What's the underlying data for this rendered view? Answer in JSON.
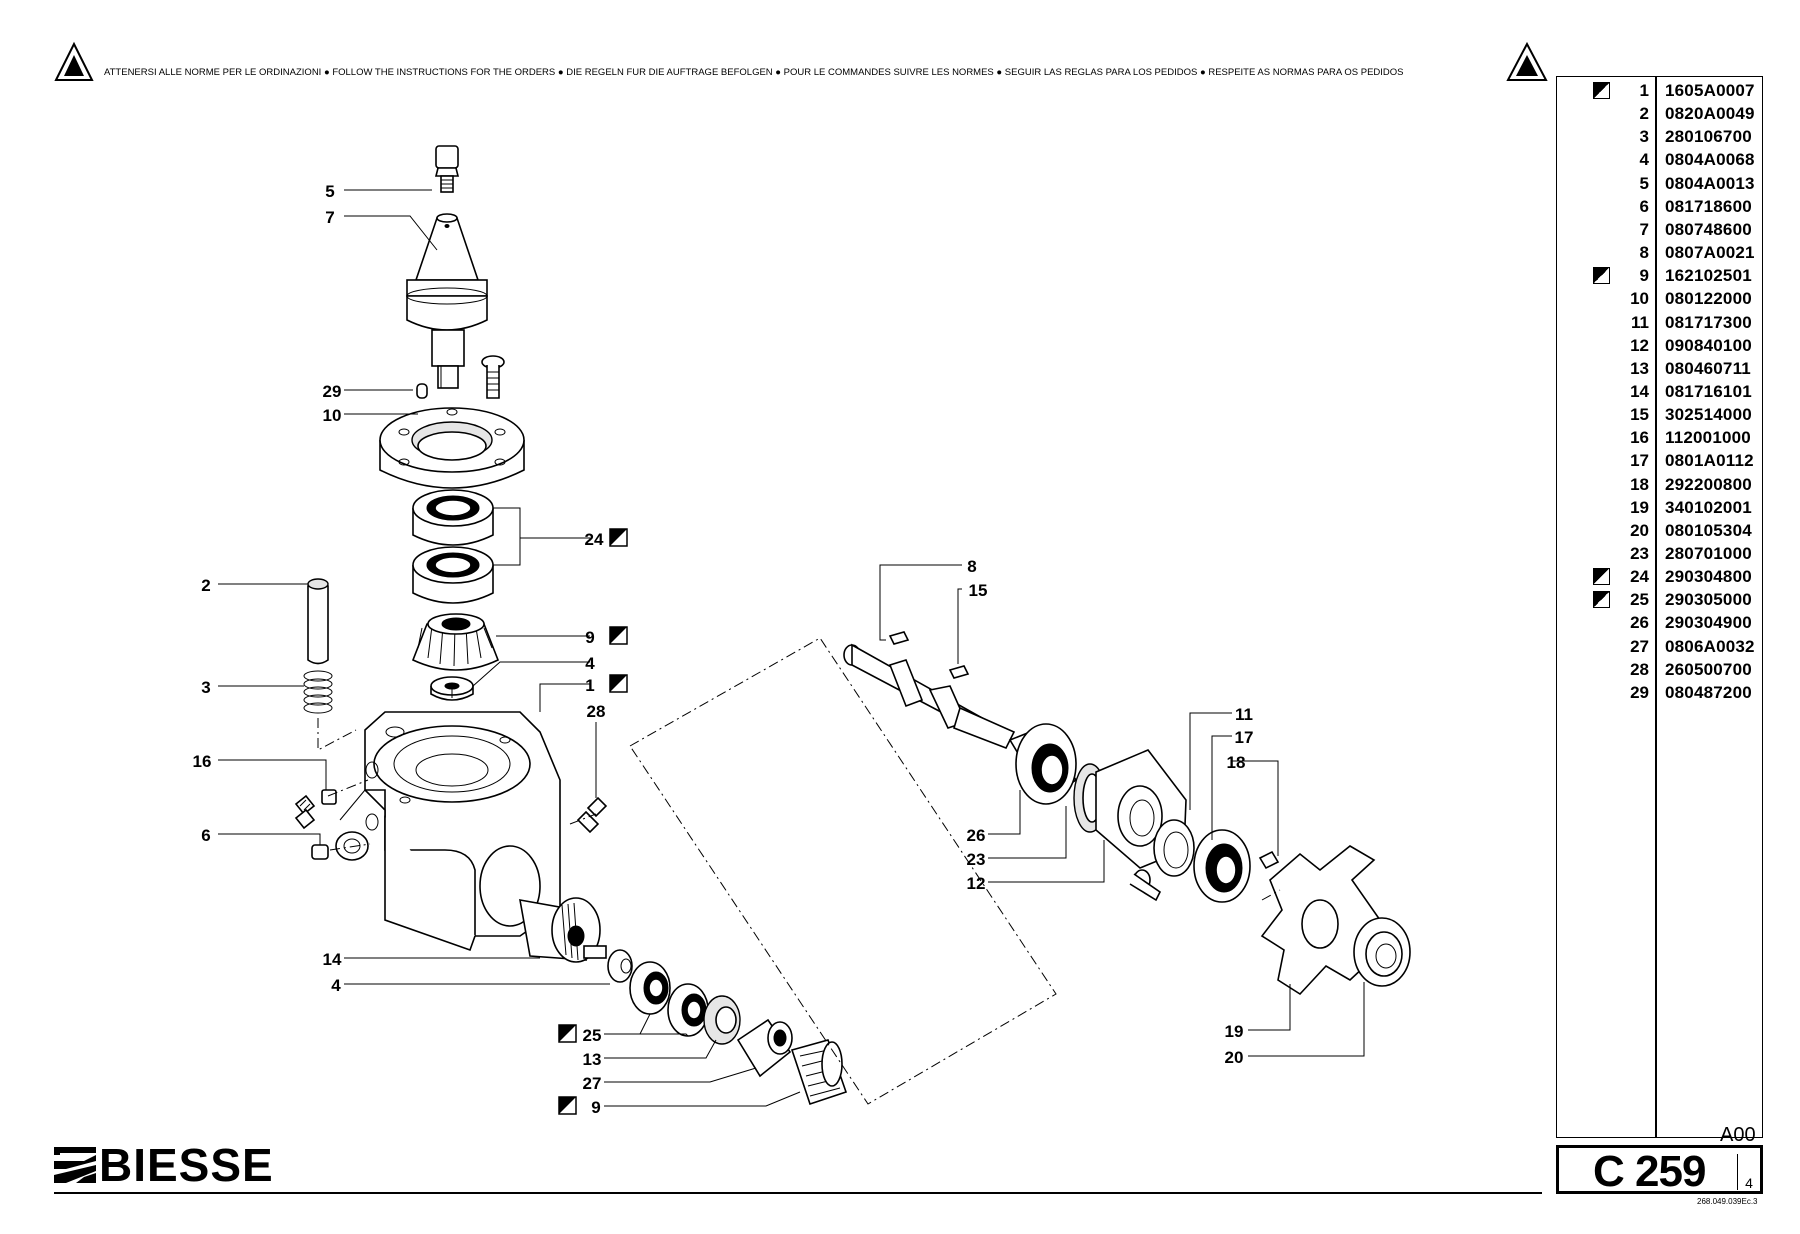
{
  "header": {
    "instructions": "ATTENERSI ALLE NORME PER LE ORDINAZIONI  ●  FOLLOW THE INSTRUCTIONS FOR THE ORDERS  ●  DIE REGELN FUR DIE AUFTRAGE BEFOLGEN  ●  POUR LE COMMANDES SUIVRE LES NORMES  ●  SEGUIR LAS REGLAS PARA LOS PEDIDOS  ●  RESPEITE AS NORMAS PARA OS PEDIDOS"
  },
  "callouts": {
    "c5": "5",
    "c7": "7",
    "c29": "29",
    "c10": "10",
    "c24": "24",
    "c2": "2",
    "c9a": "9",
    "c4a": "4",
    "c3": "3",
    "c1": "1",
    "c28": "28",
    "c16": "16",
    "c6": "6",
    "c14": "14",
    "c4b": "4",
    "c25": "25",
    "c13": "13",
    "c27": "27",
    "c9b": "9",
    "c8": "8",
    "c15": "15",
    "c11": "11",
    "c17": "17",
    "c18": "18",
    "c26": "26",
    "c23": "23",
    "c12": "12",
    "c19": "19",
    "c20": "20"
  },
  "parts": [
    {
      "num": "1",
      "code": "1605A0007",
      "marked": true
    },
    {
      "num": "2",
      "code": "0820A0049",
      "marked": false
    },
    {
      "num": "3",
      "code": "280106700",
      "marked": false
    },
    {
      "num": "4",
      "code": "0804A0068",
      "marked": false
    },
    {
      "num": "5",
      "code": "0804A0013",
      "marked": false
    },
    {
      "num": "6",
      "code": "081718600",
      "marked": false
    },
    {
      "num": "7",
      "code": "080748600",
      "marked": false
    },
    {
      "num": "8",
      "code": "0807A0021",
      "marked": false
    },
    {
      "num": "9",
      "code": "162102501",
      "marked": true
    },
    {
      "num": "10",
      "code": "080122000",
      "marked": false
    },
    {
      "num": "11",
      "code": "081717300",
      "marked": false
    },
    {
      "num": "12",
      "code": "090840100",
      "marked": false
    },
    {
      "num": "13",
      "code": "080460711",
      "marked": false
    },
    {
      "num": "14",
      "code": "081716101",
      "marked": false
    },
    {
      "num": "15",
      "code": "302514000",
      "marked": false
    },
    {
      "num": "16",
      "code": "112001000",
      "marked": false
    },
    {
      "num": "17",
      "code": "0801A0112",
      "marked": false
    },
    {
      "num": "18",
      "code": "292200800",
      "marked": false
    },
    {
      "num": "19",
      "code": "340102001",
      "marked": false
    },
    {
      "num": "20",
      "code": "080105304",
      "marked": false
    },
    {
      "num": "23",
      "code": "280701000",
      "marked": false
    },
    {
      "num": "24",
      "code": "290304800",
      "marked": true
    },
    {
      "num": "25",
      "code": "290305000",
      "marked": true
    },
    {
      "num": "26",
      "code": "290304900",
      "marked": false
    },
    {
      "num": "27",
      "code": "0806A0032",
      "marked": false
    },
    {
      "num": "28",
      "code": "260500700",
      "marked": false
    },
    {
      "num": "29",
      "code": "080487200",
      "marked": false
    }
  ],
  "footer": {
    "revision": "A00",
    "page_code": "C 259",
    "page_sub": "4",
    "doc_code": "268.049.039Ec.3",
    "brand": "BIESSE"
  }
}
